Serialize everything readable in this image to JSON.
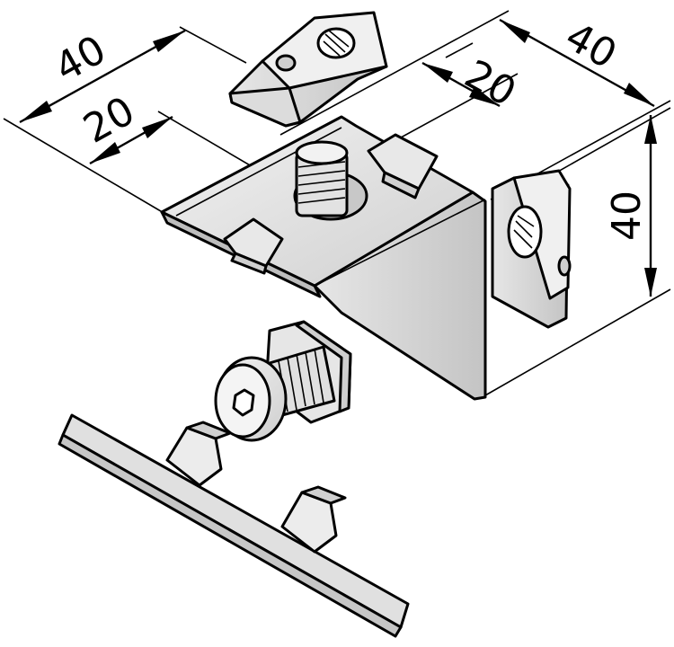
{
  "dimensions": {
    "top_left_width": "40",
    "left_inner_offset": "20",
    "right_inner_offset": "20",
    "right_depth": "40",
    "height": "40"
  },
  "colors": {
    "part_fill": "#d9d9d9",
    "part_light": "#eeeeee",
    "part_dark": "#bdbdbd",
    "line": "#000000"
  }
}
